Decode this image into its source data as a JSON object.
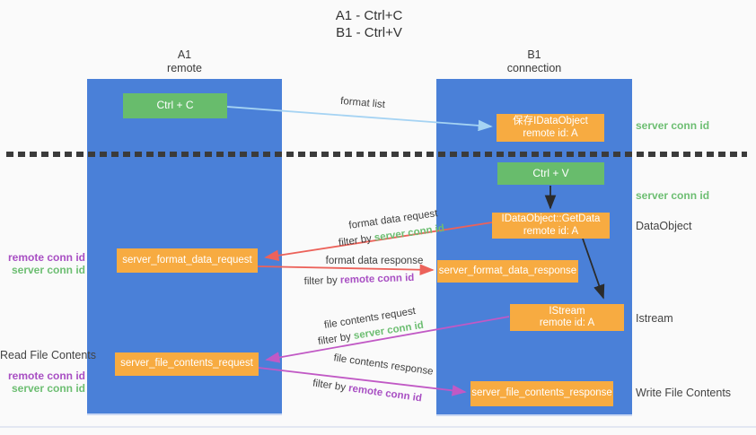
{
  "title": {
    "line1": "A1 - Ctrl+C",
    "line2": "B1 - Ctrl+V"
  },
  "columns": {
    "a": {
      "id": "A1",
      "subtitle": "remote"
    },
    "b": {
      "id": "B1",
      "subtitle": "connection"
    }
  },
  "nodes": {
    "ctrl_c": "Ctrl + C",
    "ctrl_v": "Ctrl + V",
    "save_dataobject": {
      "line1": "保存IDataObject",
      "line2": "remote id: A"
    },
    "getdata": {
      "line1": "IDataObject::GetData",
      "line2": "remote id: A"
    },
    "istream": {
      "line1": "IStream",
      "line2": "remote id: A"
    },
    "format_request": "server_format_data_request",
    "format_response": "server_format_data_response",
    "file_request": "server_file_contents_request",
    "file_response": "server_file_contents_response"
  },
  "arrow_labels": {
    "format_list": "format list",
    "format_data_request": "format data request",
    "format_data_response": "format data response",
    "file_contents_request": "file contents request",
    "file_contents_response": "file contents response",
    "filter_by": "filter by ",
    "server_conn_id": "server conn id",
    "remote_conn_id": "remote conn id"
  },
  "side_labels": {
    "server_conn_id": "server conn id",
    "remote_conn_id": "remote conn id",
    "dataobject": "DataObject",
    "istream": "Istream",
    "read_file_contents": "Read File Contents",
    "write_file_contents": "Write File Contents"
  },
  "colors": {
    "column_blue": "#4a80d8",
    "box_green": "#68bc6c",
    "box_orange": "#f7ab41",
    "arrow_light_blue": "#a5d3f3",
    "arrow_red": "#ec625a",
    "arrow_magenta": "#c159c5",
    "arrow_black": "#2b2b2b",
    "text_green": "#6dbe72",
    "text_purple": "#a84fc3",
    "text_dark": "#3f3f3f",
    "dashed_line": "#3b3b3b"
  }
}
